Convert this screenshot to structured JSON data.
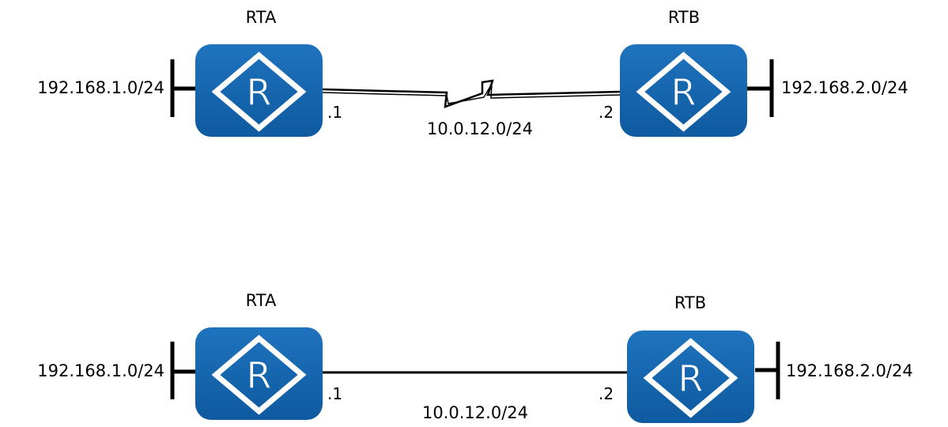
{
  "diagrams": [
    {
      "link_type": "serial",
      "left_router": {
        "name": "RTA",
        "symbol": "R",
        "lan": "192.168.1.0/24",
        "link_ip_suffix": ".1"
      },
      "right_router": {
        "name": "RTB",
        "symbol": "R",
        "lan": "192.168.2.0/24",
        "link_ip_suffix": ".2"
      },
      "link_network": "10.0.12.0/24"
    },
    {
      "link_type": "ethernet",
      "left_router": {
        "name": "RTA",
        "symbol": "R",
        "lan": "192.168.1.0/24",
        "link_ip_suffix": ".1"
      },
      "right_router": {
        "name": "RTB",
        "symbol": "R",
        "lan": "192.168.2.0/24",
        "link_ip_suffix": ".2"
      },
      "link_network": "10.0.12.0/24"
    }
  ],
  "colors": {
    "router_fill": "#1565ad",
    "router_symbol": "#ffffff",
    "lines": "#000000"
  }
}
